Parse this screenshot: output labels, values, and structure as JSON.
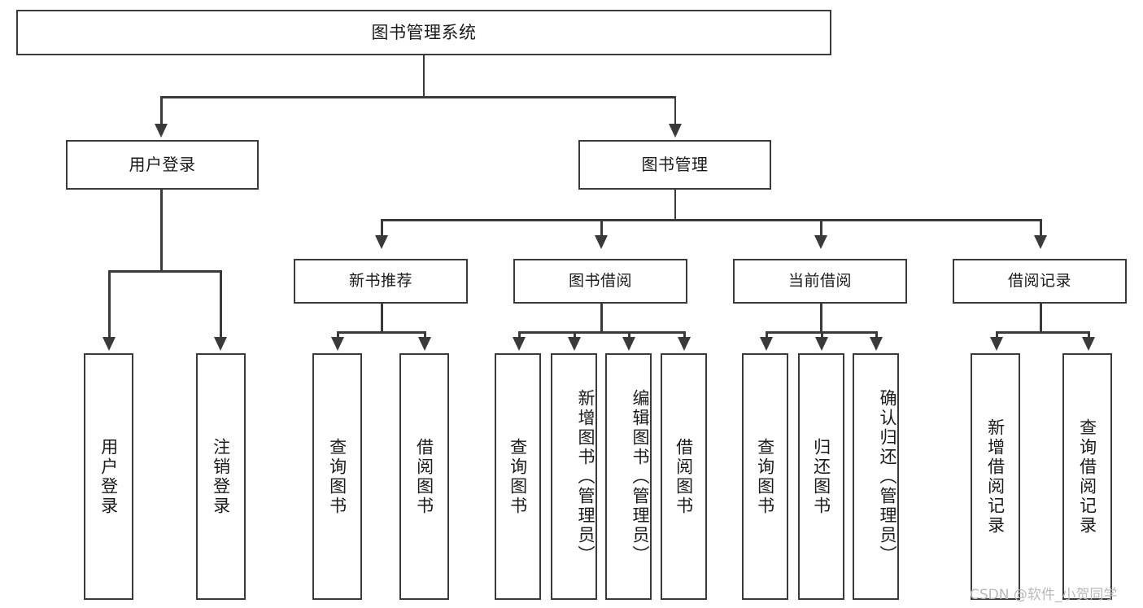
{
  "diagram": {
    "type": "tree-hierarchy-chart",
    "title": "图书管理系统",
    "watermark": "CSDN @软件_小贺同学",
    "colors": {
      "stroke": "#3a3a3a",
      "fill": "#ffffff",
      "text": "#1a1a1a",
      "watermark": "#b9b9b9"
    },
    "levels": {
      "root": {
        "label": "图书管理系统"
      },
      "level2": [
        {
          "label": "用户登录"
        },
        {
          "label": "图书管理"
        }
      ],
      "level3": [
        {
          "label": "新书推荐"
        },
        {
          "label": "图书借阅"
        },
        {
          "label": "当前借阅"
        },
        {
          "label": "借阅记录"
        }
      ],
      "leaves": {
        "user_login": [
          {
            "label": "用户登录"
          },
          {
            "label": "注销登录"
          }
        ],
        "new_book_recommend": [
          {
            "label": "查询图书"
          },
          {
            "label": "借阅图书"
          }
        ],
        "book_borrow": [
          {
            "label": "查询图书"
          },
          {
            "label": "新增图书（管理员）"
          },
          {
            "label": "编辑图书（管理员）"
          },
          {
            "label": "借阅图书"
          }
        ],
        "current_borrow": [
          {
            "label": "查询图书"
          },
          {
            "label": "归还图书"
          },
          {
            "label": "确认归还（管理员）"
          }
        ],
        "borrow_record": [
          {
            "label": "新增借阅记录"
          },
          {
            "label": "查询借阅记录"
          }
        ]
      }
    }
  }
}
